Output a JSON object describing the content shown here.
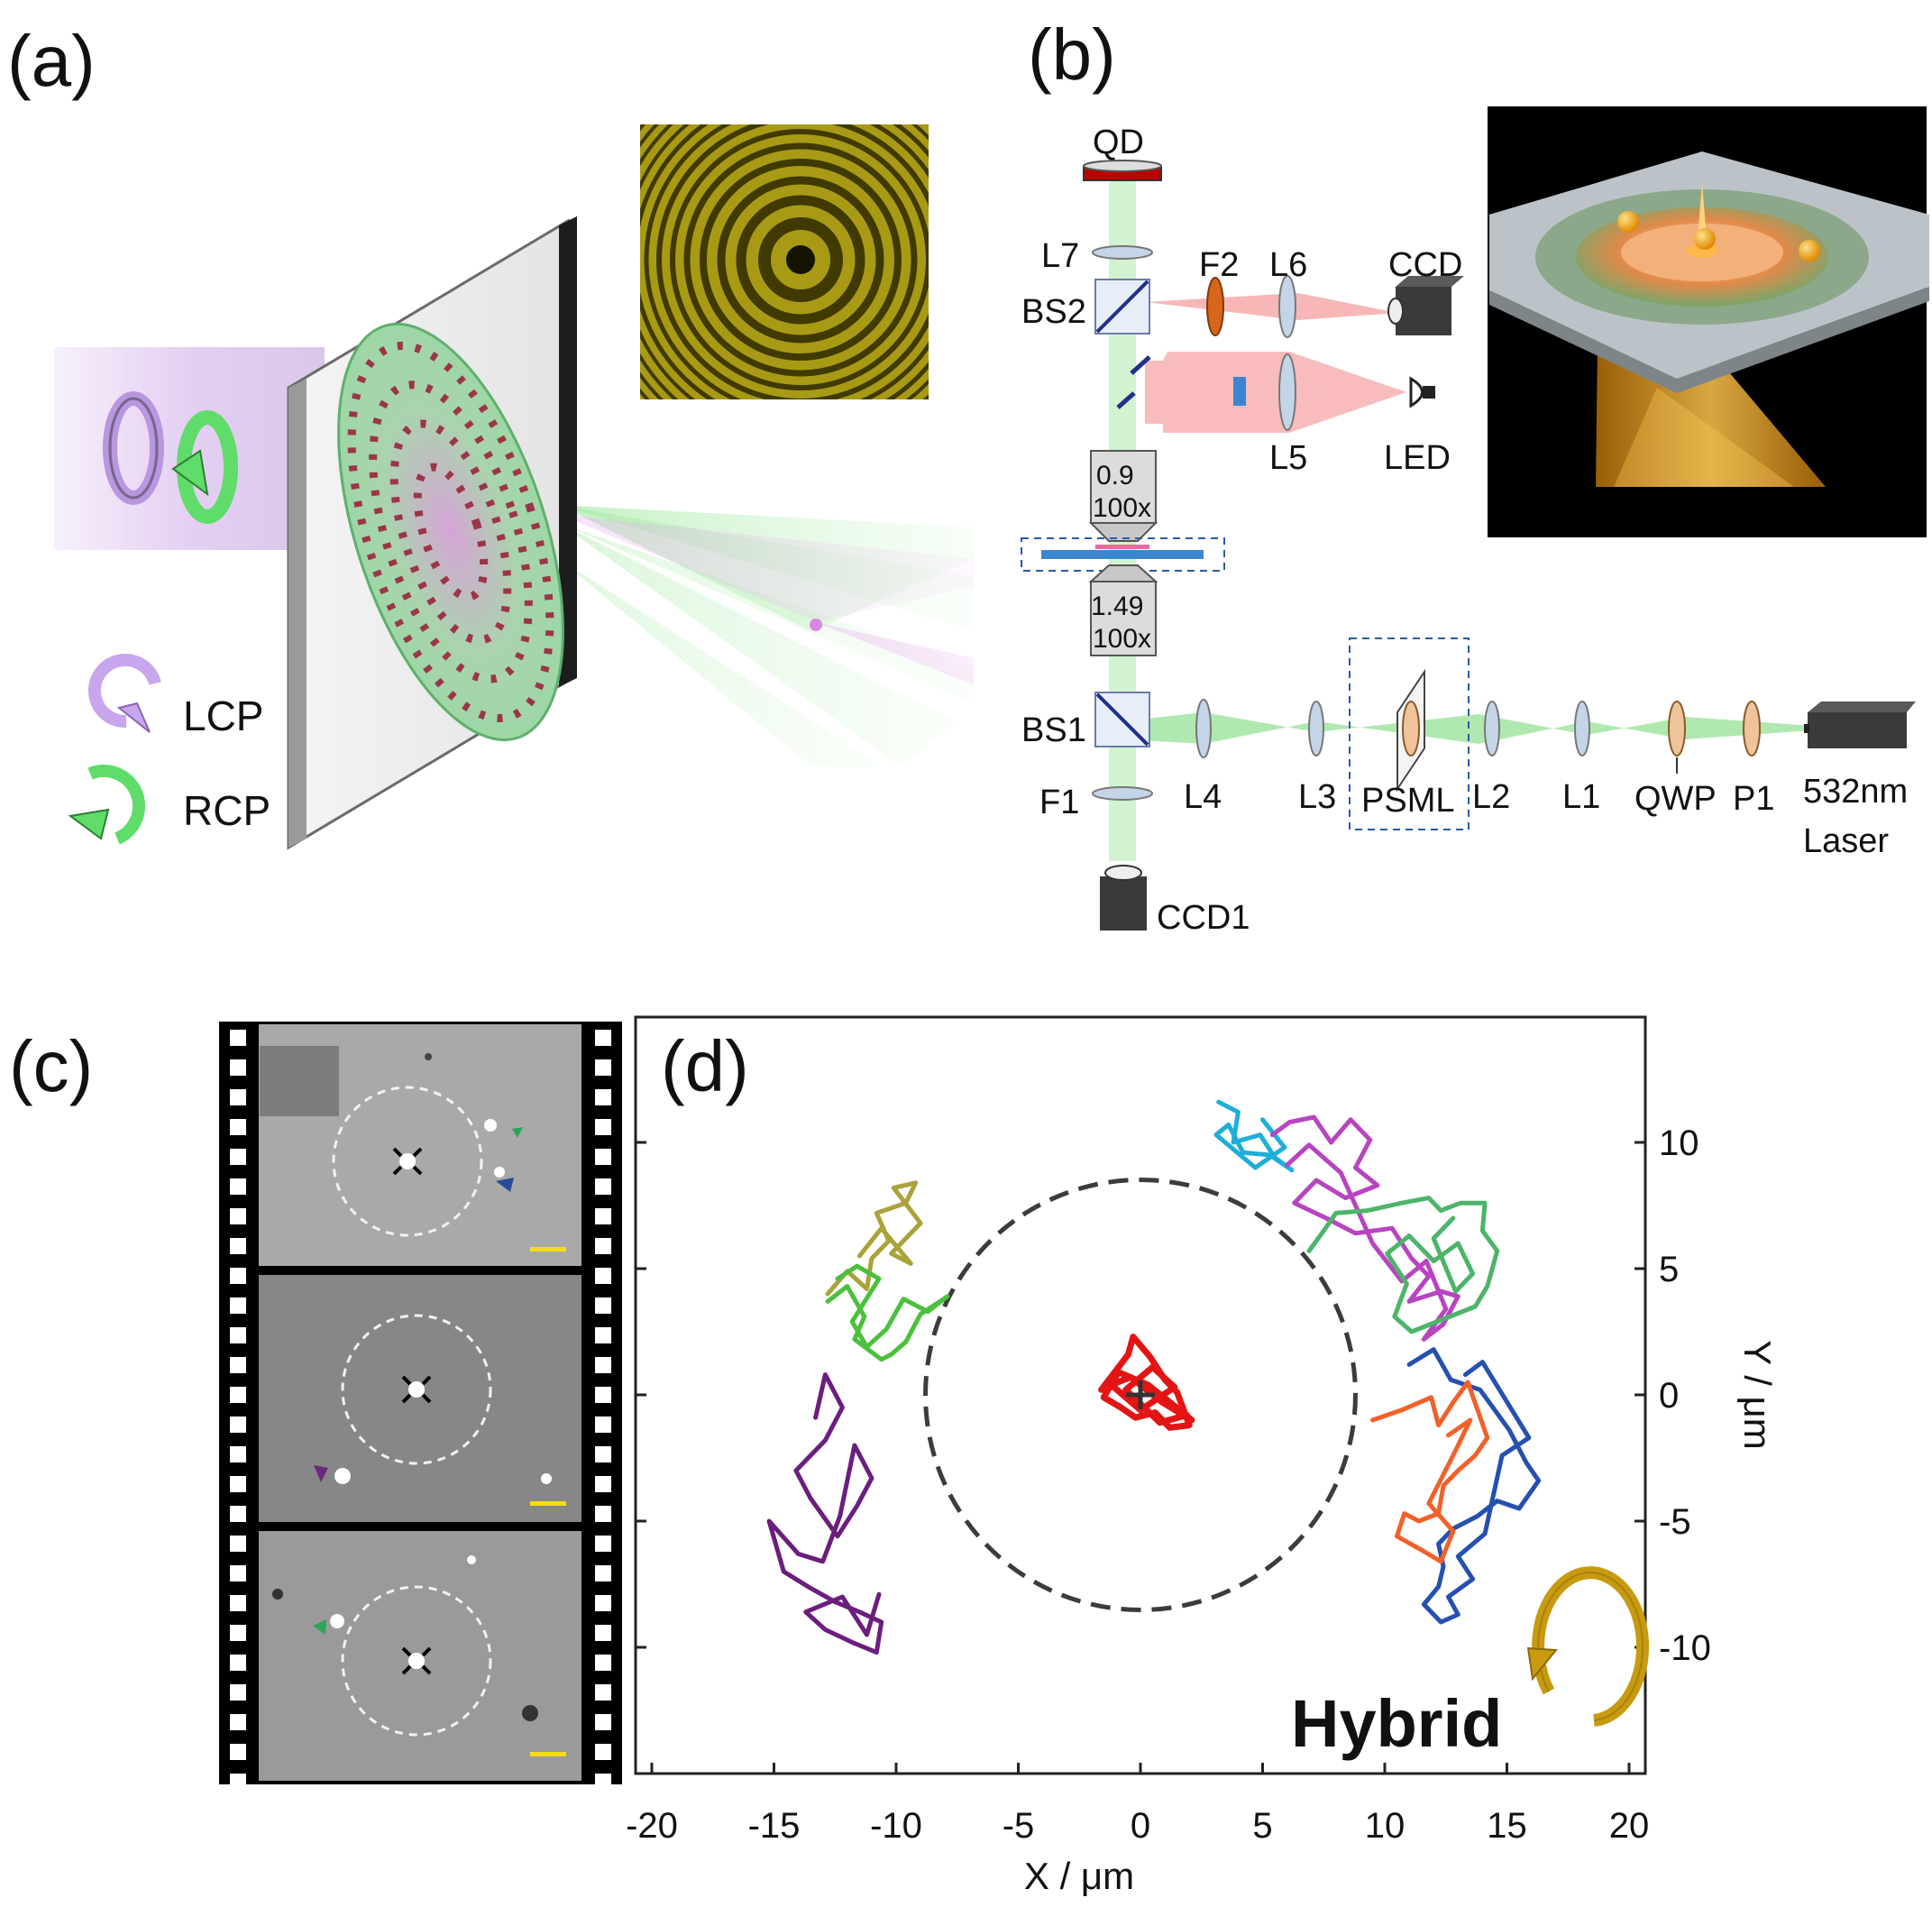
{
  "panels": {
    "a": {
      "label": "(a)",
      "legend": [
        "LCP",
        "RCP"
      ]
    },
    "b": {
      "label": "(b)",
      "components": {
        "qd": "QD",
        "l7": "L7",
        "bs2": "BS2",
        "f2": "F2",
        "l6": "L6",
        "ccd": "CCD",
        "l5": "L5",
        "led": "LED",
        "obj1_na": "0.9",
        "obj1_mag": "100x",
        "obj2_na": "1.49",
        "obj2_mag": "100x",
        "bs1": "BS1",
        "f1": "F1",
        "l4": "L4",
        "l3": "L3",
        "psml": "PSML",
        "l2": "L2",
        "l1": "L1",
        "qwp": "QWP",
        "p1": "P1",
        "laser_line1": "532nm",
        "laser_line2": "Laser",
        "ccd1": "CCD1"
      }
    },
    "c": {
      "label": "(c)"
    },
    "d": {
      "label": "(d)",
      "annotation": "Hybrid"
    }
  },
  "colors": {
    "lcp": "#c8a6ee",
    "rcp": "#5fdc6a",
    "beam_green": "#9be89b",
    "beam_red": "#f6a5a5",
    "trap": "#ff1a1a",
    "arrow_gold": "#c89a10"
  },
  "chart_data": {
    "type": "scatter",
    "title": "",
    "xlabel": "X / μm",
    "ylabel": "Y / μm",
    "xlim": [
      -20,
      20
    ],
    "ylim": [
      -15,
      15
    ],
    "xticks": [
      -20,
      -15,
      -10,
      -5,
      0,
      5,
      10,
      15,
      20
    ],
    "yticks": [
      -10,
      -5,
      0,
      5,
      10
    ],
    "grid": false,
    "circle": {
      "center": [
        0,
        0
      ],
      "radius": 8.8,
      "style": "dashed"
    },
    "center_marker": {
      "x": 0,
      "y": 0,
      "symbol": "+"
    },
    "series": [
      {
        "color": "#e41414",
        "points": [
          [
            -1.6,
            0.2
          ],
          [
            -0.5,
            1.6
          ],
          [
            -0.3,
            2.3
          ],
          [
            0.4,
            1.5
          ],
          [
            1.0,
            0.6
          ],
          [
            1.5,
            0.1
          ],
          [
            2.0,
            -1.2
          ],
          [
            1.2,
            -1.3
          ],
          [
            0.6,
            -0.7
          ],
          [
            -0.2,
            -0.9
          ],
          [
            -0.8,
            -0.5
          ],
          [
            -1.5,
            -0.1
          ],
          [
            -0.9,
            0.9
          ],
          [
            0.3,
            0.4
          ],
          [
            1.6,
            -0.6
          ],
          [
            2.1,
            -1.0
          ],
          [
            0.9,
            -0.3
          ],
          [
            -0.4,
            0.7
          ],
          [
            -1.2,
            0.4
          ],
          [
            0.0,
            -0.6
          ],
          [
            1.4,
            0.3
          ],
          [
            0.5,
            1.1
          ],
          [
            -0.6,
            0.2
          ],
          [
            0.8,
            -1.1
          ],
          [
            1.9,
            -0.8
          ]
        ]
      },
      {
        "color": "#aaa23a",
        "points": [
          [
            -12.8,
            4.0
          ],
          [
            -12.0,
            4.9
          ],
          [
            -11.2,
            4.2
          ],
          [
            -11.0,
            5.4
          ],
          [
            -10.3,
            6.1
          ],
          [
            -10.8,
            7.2
          ],
          [
            -9.6,
            7.6
          ],
          [
            -9.2,
            8.4
          ],
          [
            -10.1,
            8.2
          ],
          [
            -9.0,
            6.8
          ],
          [
            -10.2,
            5.6
          ],
          [
            -9.4,
            5.2
          ],
          [
            -10.6,
            6.6
          ],
          [
            -11.5,
            5.5
          ]
        ]
      },
      {
        "color": "#4bc03c",
        "points": [
          [
            -12.8,
            3.7
          ],
          [
            -12.0,
            4.3
          ],
          [
            -11.3,
            3.1
          ],
          [
            -11.7,
            2.2
          ],
          [
            -10.6,
            1.4
          ],
          [
            -10.2,
            1.6
          ],
          [
            -9.6,
            2.1
          ],
          [
            -9.0,
            3.2
          ],
          [
            -8.2,
            3.7
          ],
          [
            -7.9,
            3.9
          ],
          [
            -8.7,
            3.3
          ],
          [
            -9.7,
            3.8
          ],
          [
            -10.4,
            2.6
          ],
          [
            -11.2,
            1.9
          ],
          [
            -11.8,
            2.9
          ],
          [
            -10.7,
            4.6
          ],
          [
            -11.6,
            5.1
          ],
          [
            -12.4,
            4.6
          ]
        ]
      },
      {
        "color": "#6b1e7e",
        "points": [
          [
            -13.3,
            -0.9
          ],
          [
            -12.9,
            0.8
          ],
          [
            -12.2,
            -0.5
          ],
          [
            -12.9,
            -1.8
          ],
          [
            -14.1,
            -3.0
          ],
          [
            -13.5,
            -4.1
          ],
          [
            -12.4,
            -5.6
          ],
          [
            -11.6,
            -4.4
          ],
          [
            -11.0,
            -3.3
          ],
          [
            -11.7,
            -2.0
          ],
          [
            -12.3,
            -4.8
          ],
          [
            -13.0,
            -6.6
          ],
          [
            -14.0,
            -6.3
          ],
          [
            -15.2,
            -5.0
          ],
          [
            -14.6,
            -7.0
          ],
          [
            -13.6,
            -7.6
          ],
          [
            -12.5,
            -8.2
          ],
          [
            -11.5,
            -8.6
          ],
          [
            -10.6,
            -9.0
          ],
          [
            -10.8,
            -10.2
          ],
          [
            -11.8,
            -9.8
          ],
          [
            -12.9,
            -9.3
          ],
          [
            -13.7,
            -8.6
          ],
          [
            -12.2,
            -8.0
          ],
          [
            -11.2,
            -9.5
          ],
          [
            -10.7,
            -7.9
          ]
        ]
      },
      {
        "color": "#1eafd8",
        "points": [
          [
            3.2,
            11.6
          ],
          [
            4.0,
            11.2
          ],
          [
            3.8,
            10.0
          ],
          [
            4.9,
            10.3
          ],
          [
            5.5,
            9.4
          ],
          [
            6.2,
            8.9
          ],
          [
            5.3,
            9.5
          ],
          [
            4.2,
            9.6
          ],
          [
            3.6,
            10.7
          ],
          [
            3.1,
            10.3
          ],
          [
            4.7,
            9.0
          ],
          [
            5.9,
            9.8
          ],
          [
            5.0,
            10.9
          ]
        ]
      },
      {
        "color": "#b844c0",
        "points": [
          [
            5.4,
            10.3
          ],
          [
            6.1,
            10.8
          ],
          [
            7.1,
            11.0
          ],
          [
            7.8,
            10.0
          ],
          [
            8.6,
            10.9
          ],
          [
            9.4,
            10.1
          ],
          [
            8.8,
            9.0
          ],
          [
            9.7,
            8.3
          ],
          [
            8.4,
            7.8
          ],
          [
            7.2,
            8.5
          ],
          [
            6.3,
            7.6
          ],
          [
            7.6,
            7.0
          ],
          [
            8.8,
            6.4
          ],
          [
            10.3,
            6.6
          ],
          [
            11.1,
            5.4
          ],
          [
            11.8,
            4.7
          ],
          [
            11.0,
            3.7
          ],
          [
            12.3,
            4.1
          ],
          [
            13.0,
            3.9
          ],
          [
            12.4,
            2.8
          ],
          [
            11.6,
            2.2
          ],
          [
            12.5,
            3.4
          ],
          [
            11.7,
            5.3
          ],
          [
            10.7,
            4.5
          ],
          [
            9.5,
            6.0
          ],
          [
            8.2,
            8.8
          ],
          [
            6.9,
            9.9
          ],
          [
            6.0,
            9.1
          ]
        ]
      },
      {
        "color": "#4db46a",
        "points": [
          [
            6.9,
            5.7
          ],
          [
            7.5,
            6.5
          ],
          [
            8.0,
            7.2
          ],
          [
            9.3,
            7.3
          ],
          [
            10.7,
            7.6
          ],
          [
            11.8,
            7.8
          ],
          [
            12.3,
            7.3
          ],
          [
            13.1,
            7.6
          ],
          [
            14.1,
            7.6
          ],
          [
            14.0,
            6.5
          ],
          [
            14.6,
            5.7
          ],
          [
            14.2,
            4.3
          ],
          [
            13.7,
            3.5
          ],
          [
            12.4,
            3.0
          ],
          [
            11.1,
            2.5
          ],
          [
            10.4,
            3.1
          ],
          [
            10.9,
            4.4
          ],
          [
            10.1,
            5.6
          ],
          [
            11.0,
            6.3
          ],
          [
            12.0,
            5.3
          ],
          [
            13.0,
            6.0
          ],
          [
            13.6,
            4.8
          ],
          [
            12.9,
            4.1
          ],
          [
            12.0,
            6.2
          ],
          [
            12.8,
            7.0
          ]
        ]
      },
      {
        "color": "#2550b0",
        "points": [
          [
            11.0,
            1.2
          ],
          [
            12.0,
            1.8
          ],
          [
            12.7,
            0.6
          ],
          [
            13.9,
            0.2
          ],
          [
            14.5,
            -0.6
          ],
          [
            15.1,
            -1.4
          ],
          [
            15.8,
            -2.7
          ],
          [
            16.3,
            -3.4
          ],
          [
            15.5,
            -4.5
          ],
          [
            14.6,
            -4.2
          ],
          [
            13.8,
            -4.8
          ],
          [
            12.8,
            -5.3
          ],
          [
            12.2,
            -5.9
          ],
          [
            12.4,
            -6.8
          ],
          [
            12.2,
            -7.6
          ],
          [
            11.6,
            -8.3
          ],
          [
            12.3,
            -9.0
          ],
          [
            13.0,
            -8.7
          ],
          [
            12.6,
            -8.0
          ],
          [
            13.6,
            -7.3
          ],
          [
            13.0,
            -6.4
          ],
          [
            14.1,
            -5.5
          ],
          [
            14.8,
            -2.4
          ],
          [
            15.9,
            -1.7
          ],
          [
            14.0,
            1.3
          ],
          [
            13.3,
            0.8
          ]
        ]
      },
      {
        "color": "#f2612a",
        "points": [
          [
            9.5,
            -1.0
          ],
          [
            10.7,
            -0.6
          ],
          [
            11.9,
            -0.1
          ],
          [
            12.2,
            -1.2
          ],
          [
            12.8,
            -0.3
          ],
          [
            13.4,
            0.5
          ],
          [
            13.8,
            -0.6
          ],
          [
            14.2,
            -1.7
          ],
          [
            13.7,
            -2.4
          ],
          [
            13.0,
            -3.0
          ],
          [
            12.4,
            -3.6
          ],
          [
            12.2,
            -4.7
          ],
          [
            11.4,
            -5.0
          ],
          [
            10.8,
            -4.7
          ],
          [
            10.5,
            -5.6
          ],
          [
            11.6,
            -6.2
          ],
          [
            12.3,
            -6.6
          ],
          [
            12.8,
            -5.4
          ],
          [
            11.8,
            -4.3
          ],
          [
            12.9,
            -2.2
          ],
          [
            13.5,
            -1.0
          ],
          [
            12.6,
            -1.6
          ]
        ]
      }
    ]
  }
}
